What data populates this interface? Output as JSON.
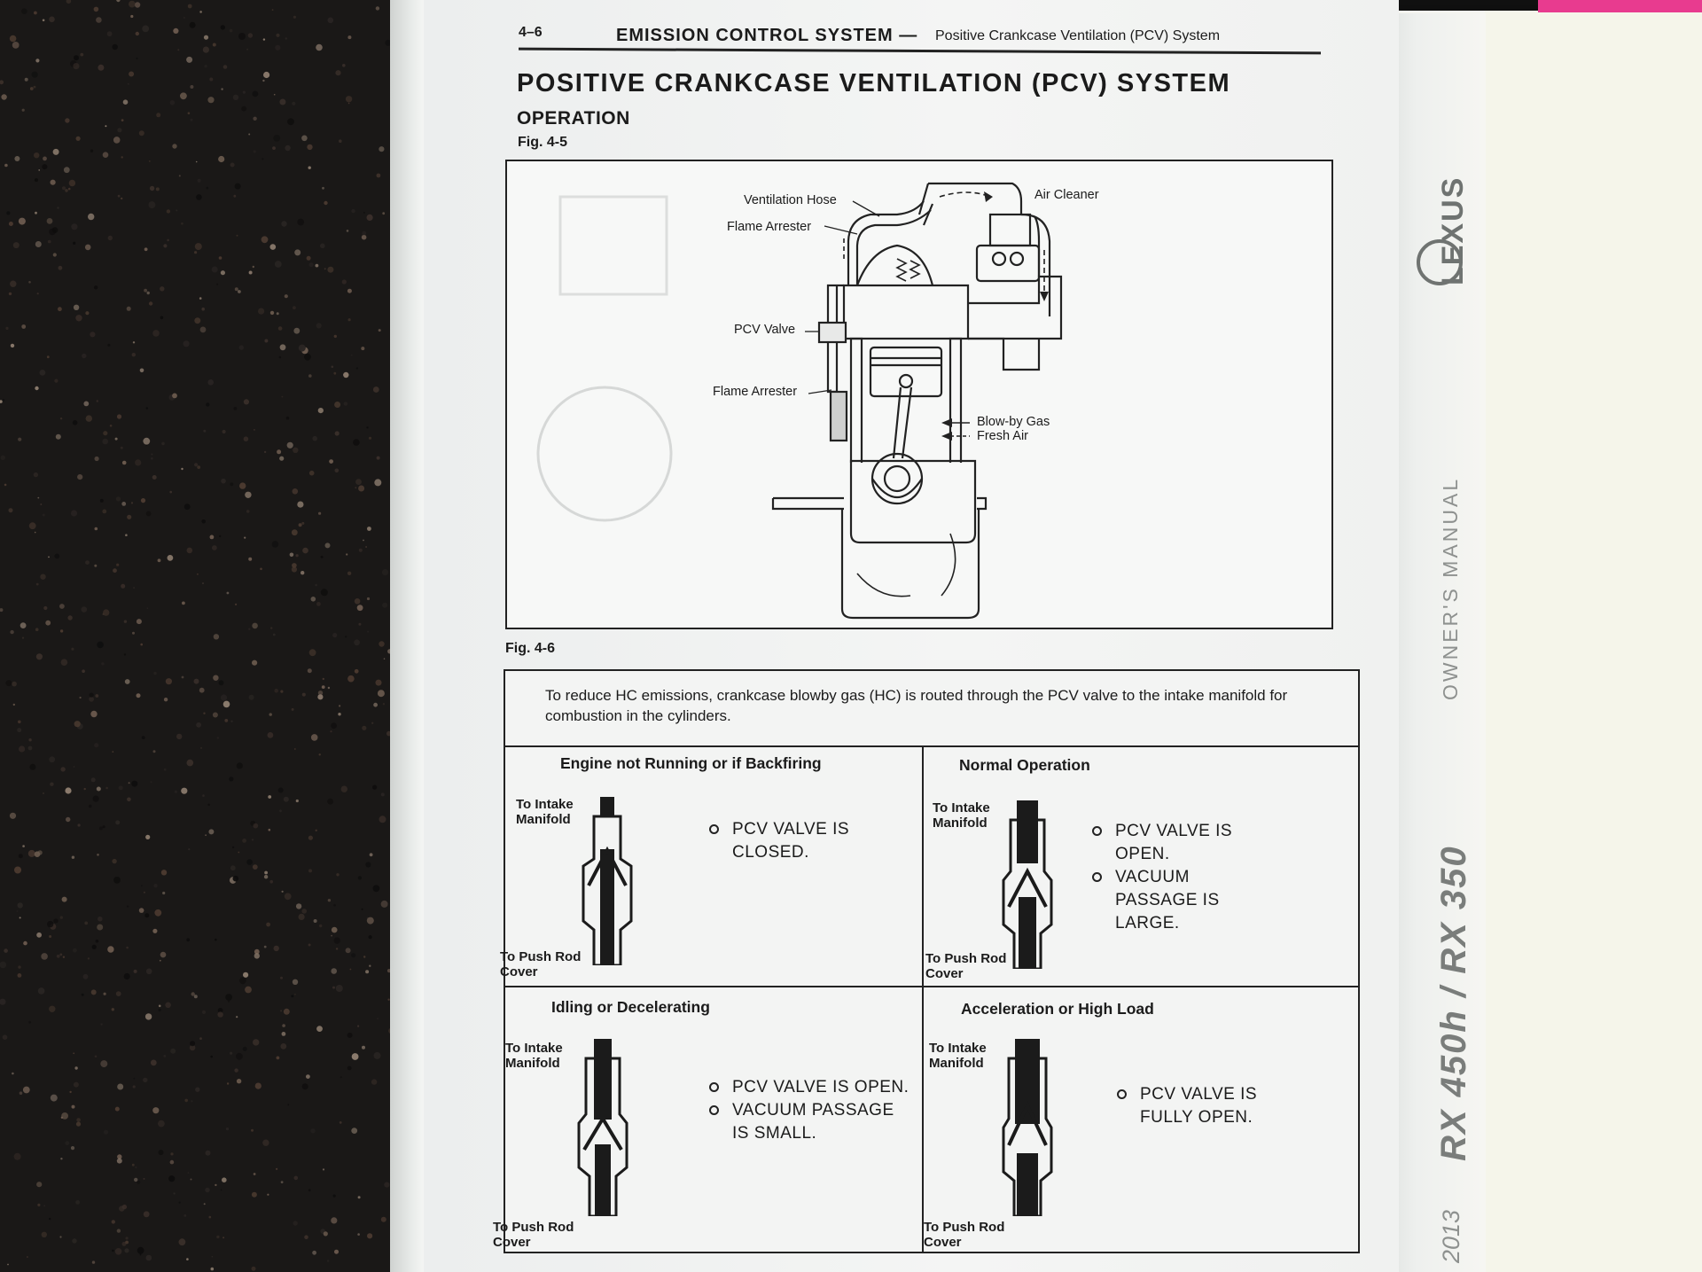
{
  "header": {
    "page_number": "4–6",
    "section": "EMISSION CONTROL SYSTEM",
    "separator": "—",
    "subsection": "Positive Crankcase Ventilation (PCV) System"
  },
  "title": "POSITIVE CRANKCASE VENTILATION (PCV) SYSTEM",
  "section_title": "OPERATION",
  "fig45": {
    "label": "Fig. 4-5",
    "labels": {
      "ventilation_hose": "Ventilation Hose",
      "flame_arrester_top": "Flame Arrester",
      "air_cleaner": "Air Cleaner",
      "pcv_valve": "PCV Valve",
      "flame_arrester_bottom": "Flame Arrester",
      "blowby_gas": "Blow-by Gas",
      "fresh_air": "Fresh Air"
    }
  },
  "fig46": {
    "label": "Fig. 4-6",
    "intro": "To reduce HC emissions, crankcase blowby gas (HC) is routed through the PCV valve to the intake manifold for combustion in the cylinders.",
    "cells": [
      {
        "title": "Engine not Running or if Backfiring",
        "top_port": "To Intake\nManifold",
        "bottom_port": "To Push Rod\nCover",
        "bullets": [
          "PCV VALVE IS\nCLOSED."
        ]
      },
      {
        "title": "Normal Operation",
        "top_port": "To Intake\nManifold",
        "bottom_port": "To Push Rod\nCover",
        "bullets": [
          "PCV VALVE IS\nOPEN.",
          "VACUUM\nPASSAGE IS\nLARGE."
        ]
      },
      {
        "title": "Idling or Decelerating",
        "top_port": "To Intake\nManifold",
        "bottom_port": "To Push Rod\nCover",
        "bullets": [
          "PCV VALVE IS OPEN.",
          "VACUUM PASSAGE\nIS SMALL."
        ]
      },
      {
        "title": "Acceleration or High Load",
        "top_port": "To Intake\nManifold",
        "bottom_port": "To Push Rod\nCover",
        "bullets": [
          "PCV VALVE IS\nFULLY OPEN."
        ]
      }
    ]
  },
  "book_spine": {
    "brand": "LEXUS",
    "subtitle": "OWNER'S MANUAL",
    "model": "RX 450h / RX 350",
    "year": "2013"
  },
  "colors": {
    "page": "#f2f3f2",
    "ink": "#1b1b1b",
    "granite": "#1a1817",
    "sticky_note": "#e83b8f"
  }
}
